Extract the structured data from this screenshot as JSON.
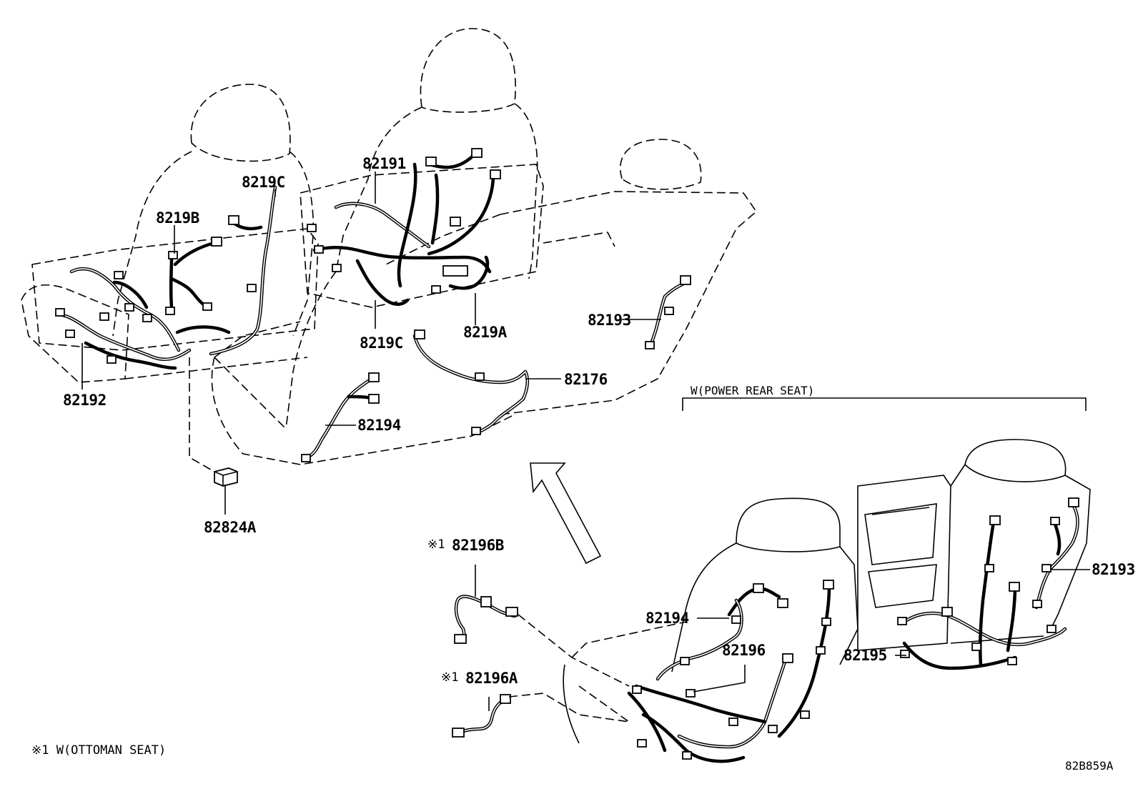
{
  "labels": {
    "l_8219C_top": "8219C",
    "l_8219B": "8219B",
    "l_82191": "82191",
    "l_82192": "82192",
    "l_8219C_mid": "8219C",
    "l_8219A": "8219A",
    "l_82193_top": "82193",
    "l_82176": "82176",
    "l_82194_top": "82194",
    "l_82824A": "82824A",
    "l_82196B": "82196B",
    "l_82196A": "82196A",
    "l_82194_bot": "82194",
    "l_82196": "82196",
    "l_82195": "82195",
    "l_82193_bot": "82193"
  },
  "notes": {
    "power_rear_seat": "W(POWER REAR SEAT)",
    "mark_1a": "※1",
    "mark_1b": "※1",
    "ottoman_footnote": "※1 W(OTTOMAN SEAT)",
    "diagram_id": "82B859A"
  }
}
